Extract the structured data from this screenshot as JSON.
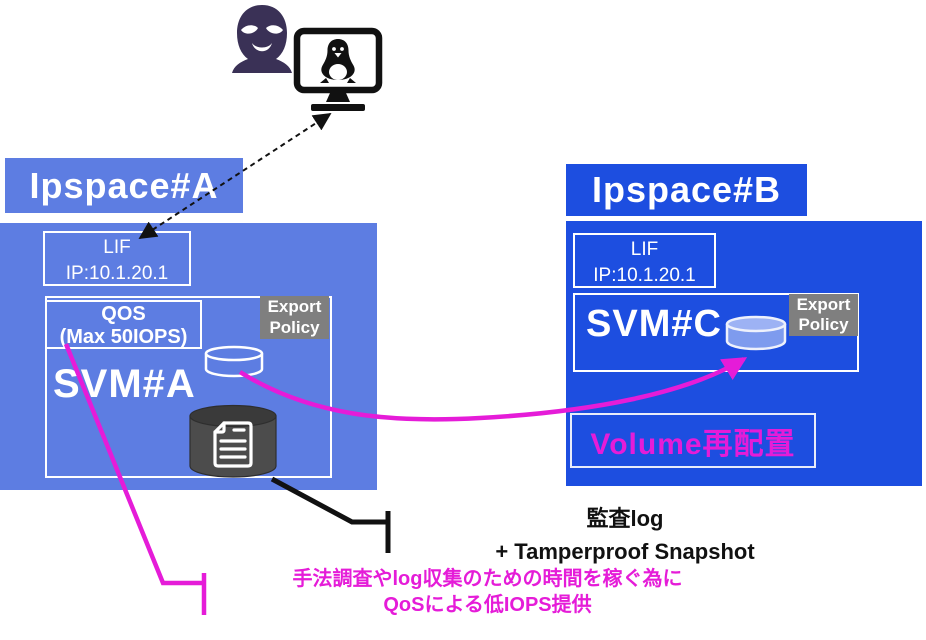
{
  "colors": {
    "blue_a": "#5d7de2",
    "blue_b": "#1d4ee0",
    "magenta": "#e51cd8",
    "gray_badge": "#7f7f7f",
    "cyl_dark": "#4c4c4c",
    "hacker_purple": "#3a3156"
  },
  "attacker": {
    "hacker_icon": "balaclava-hacker",
    "terminal_icon": "linux-monitor"
  },
  "ipspace_a": {
    "title": "Ipspace#A",
    "lif_title": "LIF",
    "lif_ip": "IP:10.1.20.1",
    "qos_line1": "QOS",
    "qos_line2": "(Max 50IOPS)",
    "export_line1": "Export",
    "export_line2": "Policy",
    "svm_label": "SVM#A"
  },
  "ipspace_b": {
    "title": "Ipspace#B",
    "lif_title": "LIF",
    "lif_ip": "IP:10.1.20.1",
    "export_line1": "Export",
    "export_line2": "Policy",
    "svm_label": "SVM#C",
    "volume_note": "Volume再配置"
  },
  "annotations": {
    "audit_line1": "監査log",
    "audit_line2": "+ Tamperproof Snapshot",
    "qos_note_line1": "手法調査やlog収集のための時間を稼ぐ為に",
    "qos_note_line2": "QoSによる低IOPS提供"
  }
}
